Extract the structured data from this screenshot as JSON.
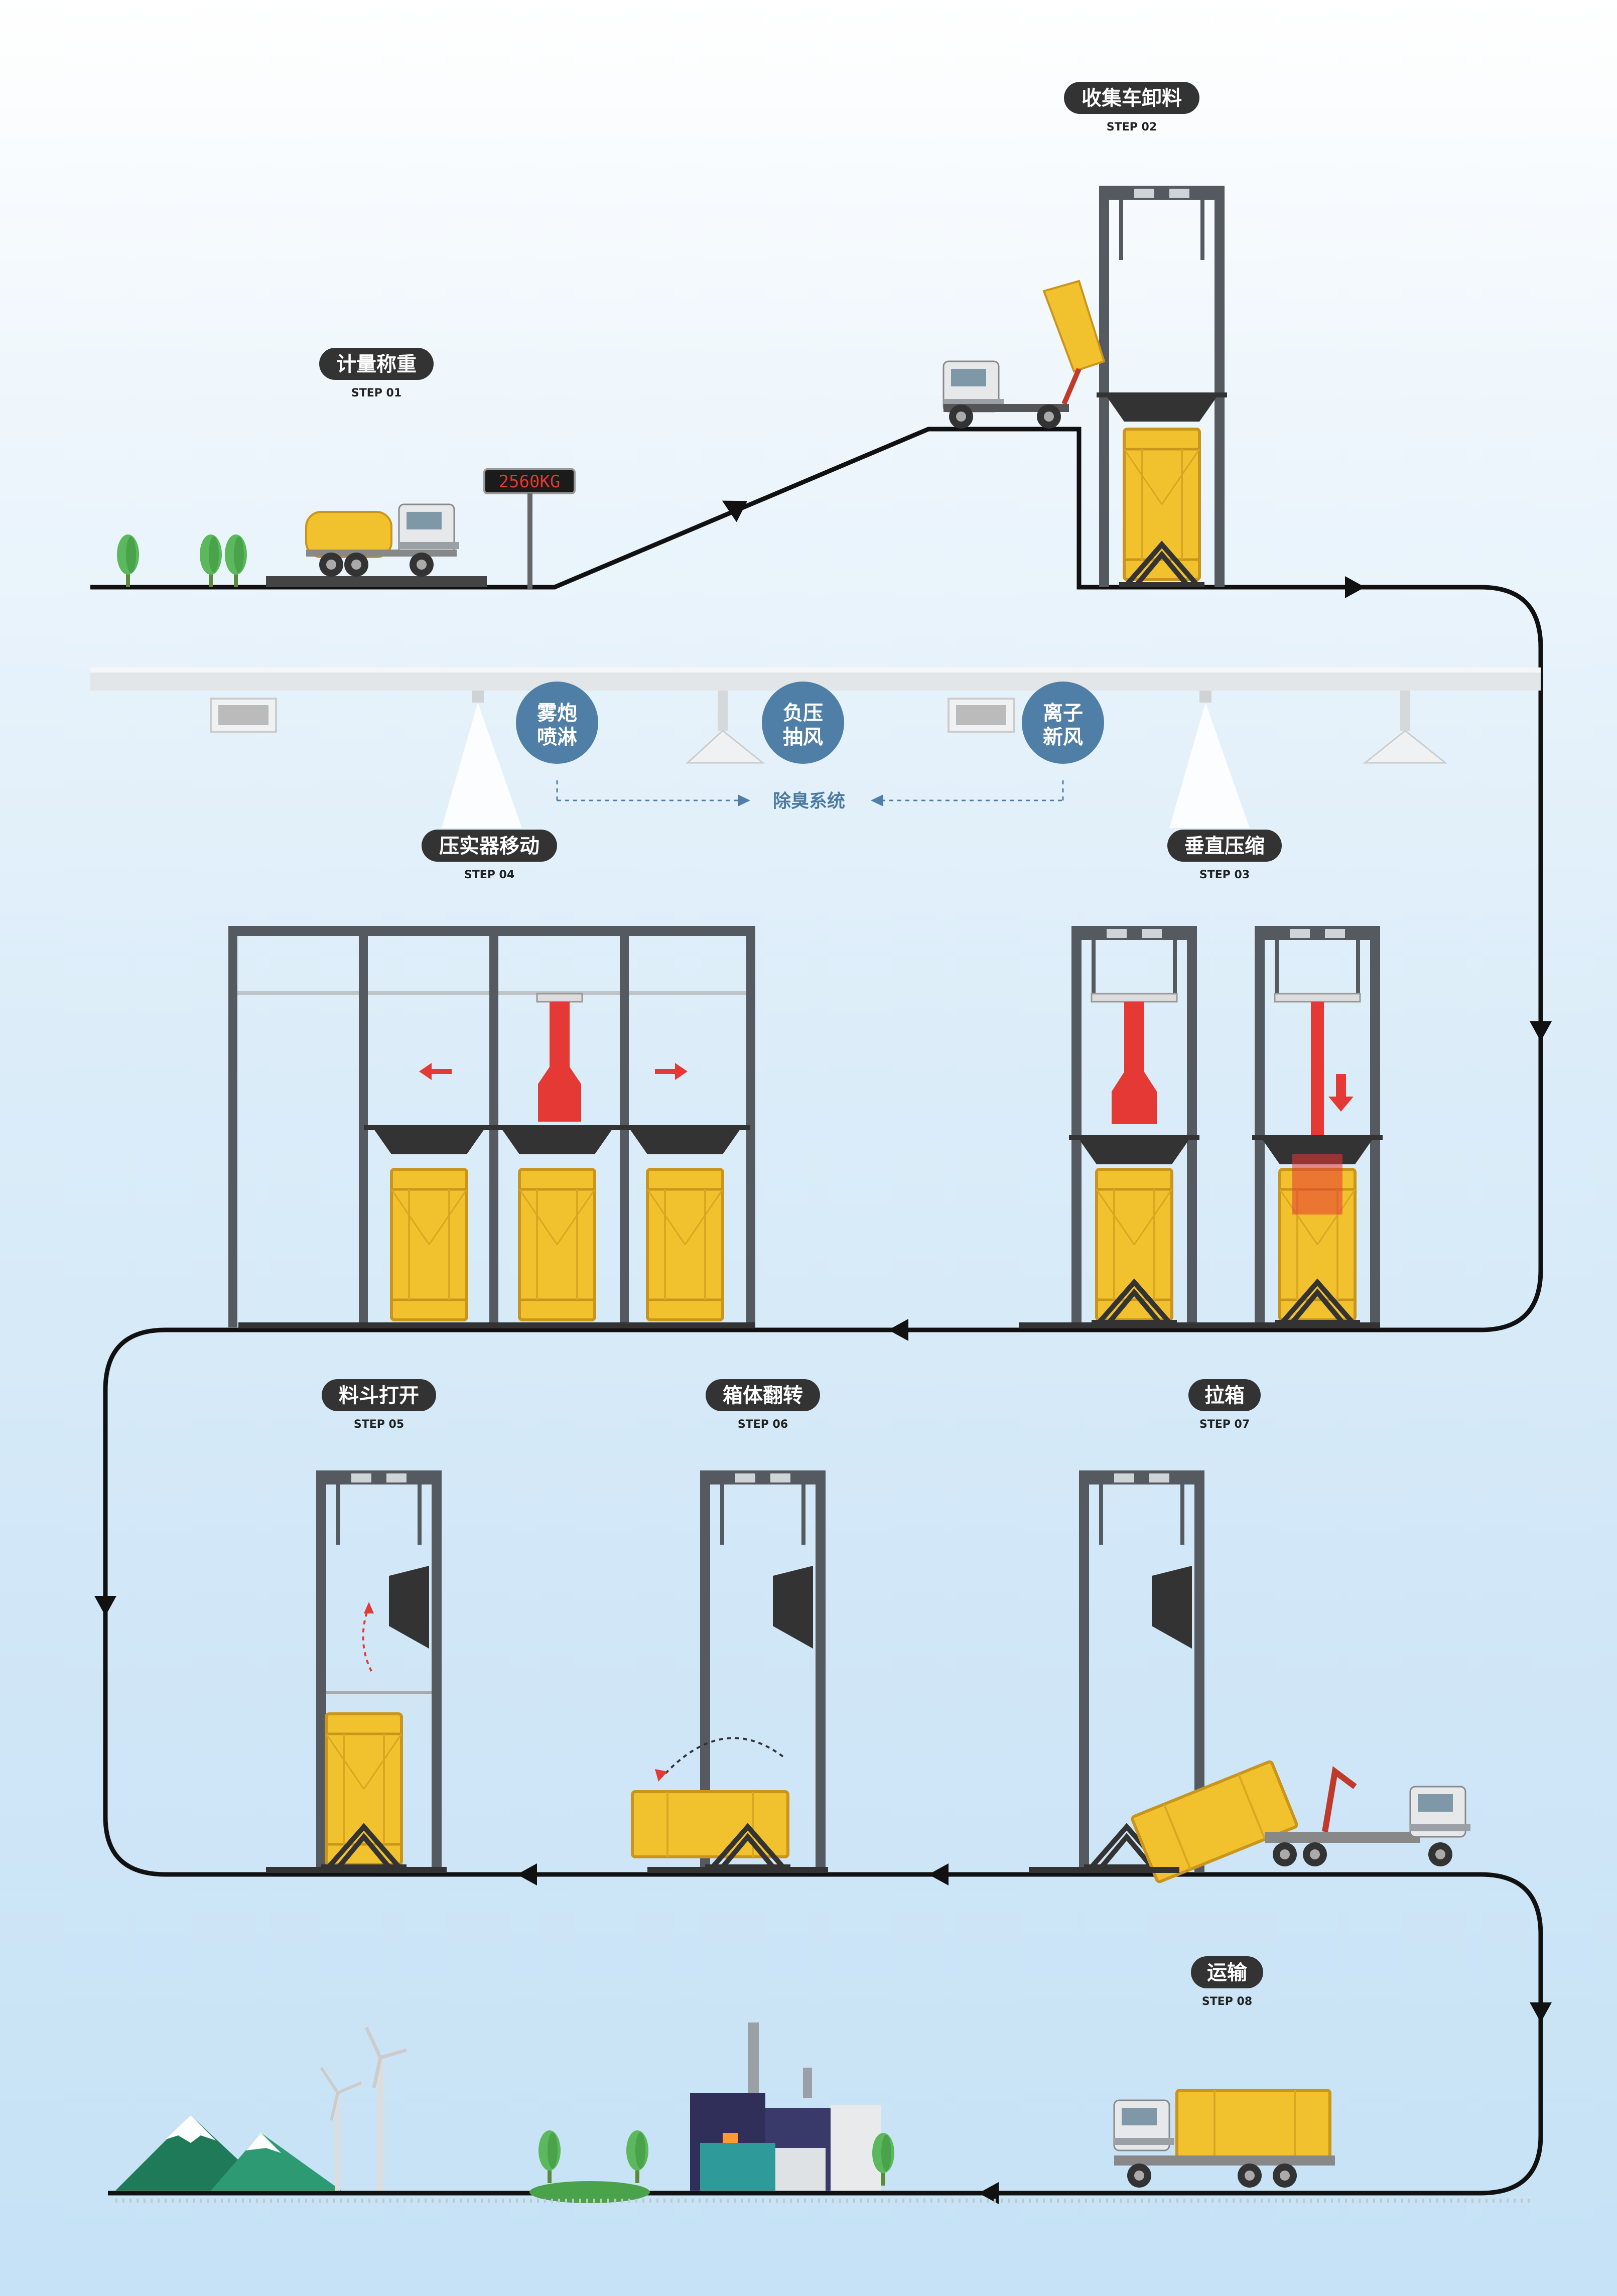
{
  "colors": {
    "path": "#111111",
    "frame": "#555a60",
    "container": "#f2c12e",
    "container_dark": "#c9951a",
    "compactor": "#e53935",
    "bubble": "#4f7fa6",
    "pill": "#333333"
  },
  "steps": [
    {
      "id": "s1",
      "title": "计量称重",
      "label": "STEP 01"
    },
    {
      "id": "s2",
      "title": "收集车卸料",
      "label": "STEP 02"
    },
    {
      "id": "s3",
      "title": "垂直压缩",
      "label": "STEP 03"
    },
    {
      "id": "s4",
      "title": "压实器移动",
      "label": "STEP 04"
    },
    {
      "id": "s5",
      "title": "料斗打开",
      "label": "STEP 05"
    },
    {
      "id": "s6",
      "title": "箱体翻转",
      "label": "STEP 06"
    },
    {
      "id": "s7",
      "title": "拉箱",
      "label": "STEP 07"
    },
    {
      "id": "s8",
      "title": "运输",
      "label": "STEP 08"
    }
  ],
  "scale_display": "2560KG",
  "deodor": {
    "system_label": "除臭系统",
    "items": [
      {
        "line1": "雾炮",
        "line2": "喷淋"
      },
      {
        "line1": "负压",
        "line2": "抽风"
      },
      {
        "line1": "离子",
        "line2": "新风"
      }
    ]
  },
  "icons": [
    "tree-icon",
    "truck-icon",
    "container-icon",
    "compactor-icon",
    "wind-turbine-icon",
    "factory-icon",
    "mountain-icon",
    "arrow-icon"
  ]
}
